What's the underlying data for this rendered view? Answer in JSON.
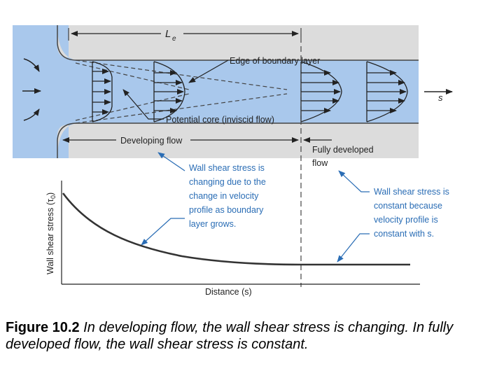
{
  "figure": {
    "entrance_length_label": "L",
    "entrance_length_sub": "e",
    "edge_boundary_label": "Edge of boundary layer",
    "potential_core_label": "Potential core (inviscid flow)",
    "s_label": "s",
    "developing_flow_label": "Developing flow",
    "fully_developed_label": [
      "Fully developed",
      "flow"
    ],
    "wall_shear_changing_note": [
      "Wall shear stress is",
      "changing due to the",
      "change in velocity",
      "profile as boundary",
      "layer grows."
    ],
    "wall_shear_constant_note": [
      "Wall shear stress is",
      "constant because",
      "velocity profile is",
      "constant with s."
    ],
    "y_axis_label": "Wall shear stress (τ",
    "y_axis_sub": "0",
    "y_axis_close": ")",
    "x_axis_label": "Distance (s)"
  },
  "colors": {
    "fluid": "#a9c8ec",
    "wall": "#d9d9d9",
    "annotation": "#2a6db5",
    "curve": "#333333"
  },
  "caption": {
    "number": "Figure 10.2",
    "text": " In developing flow, the wall shear stress is changing. In fully developed flow, the wall shear stress is constant."
  }
}
